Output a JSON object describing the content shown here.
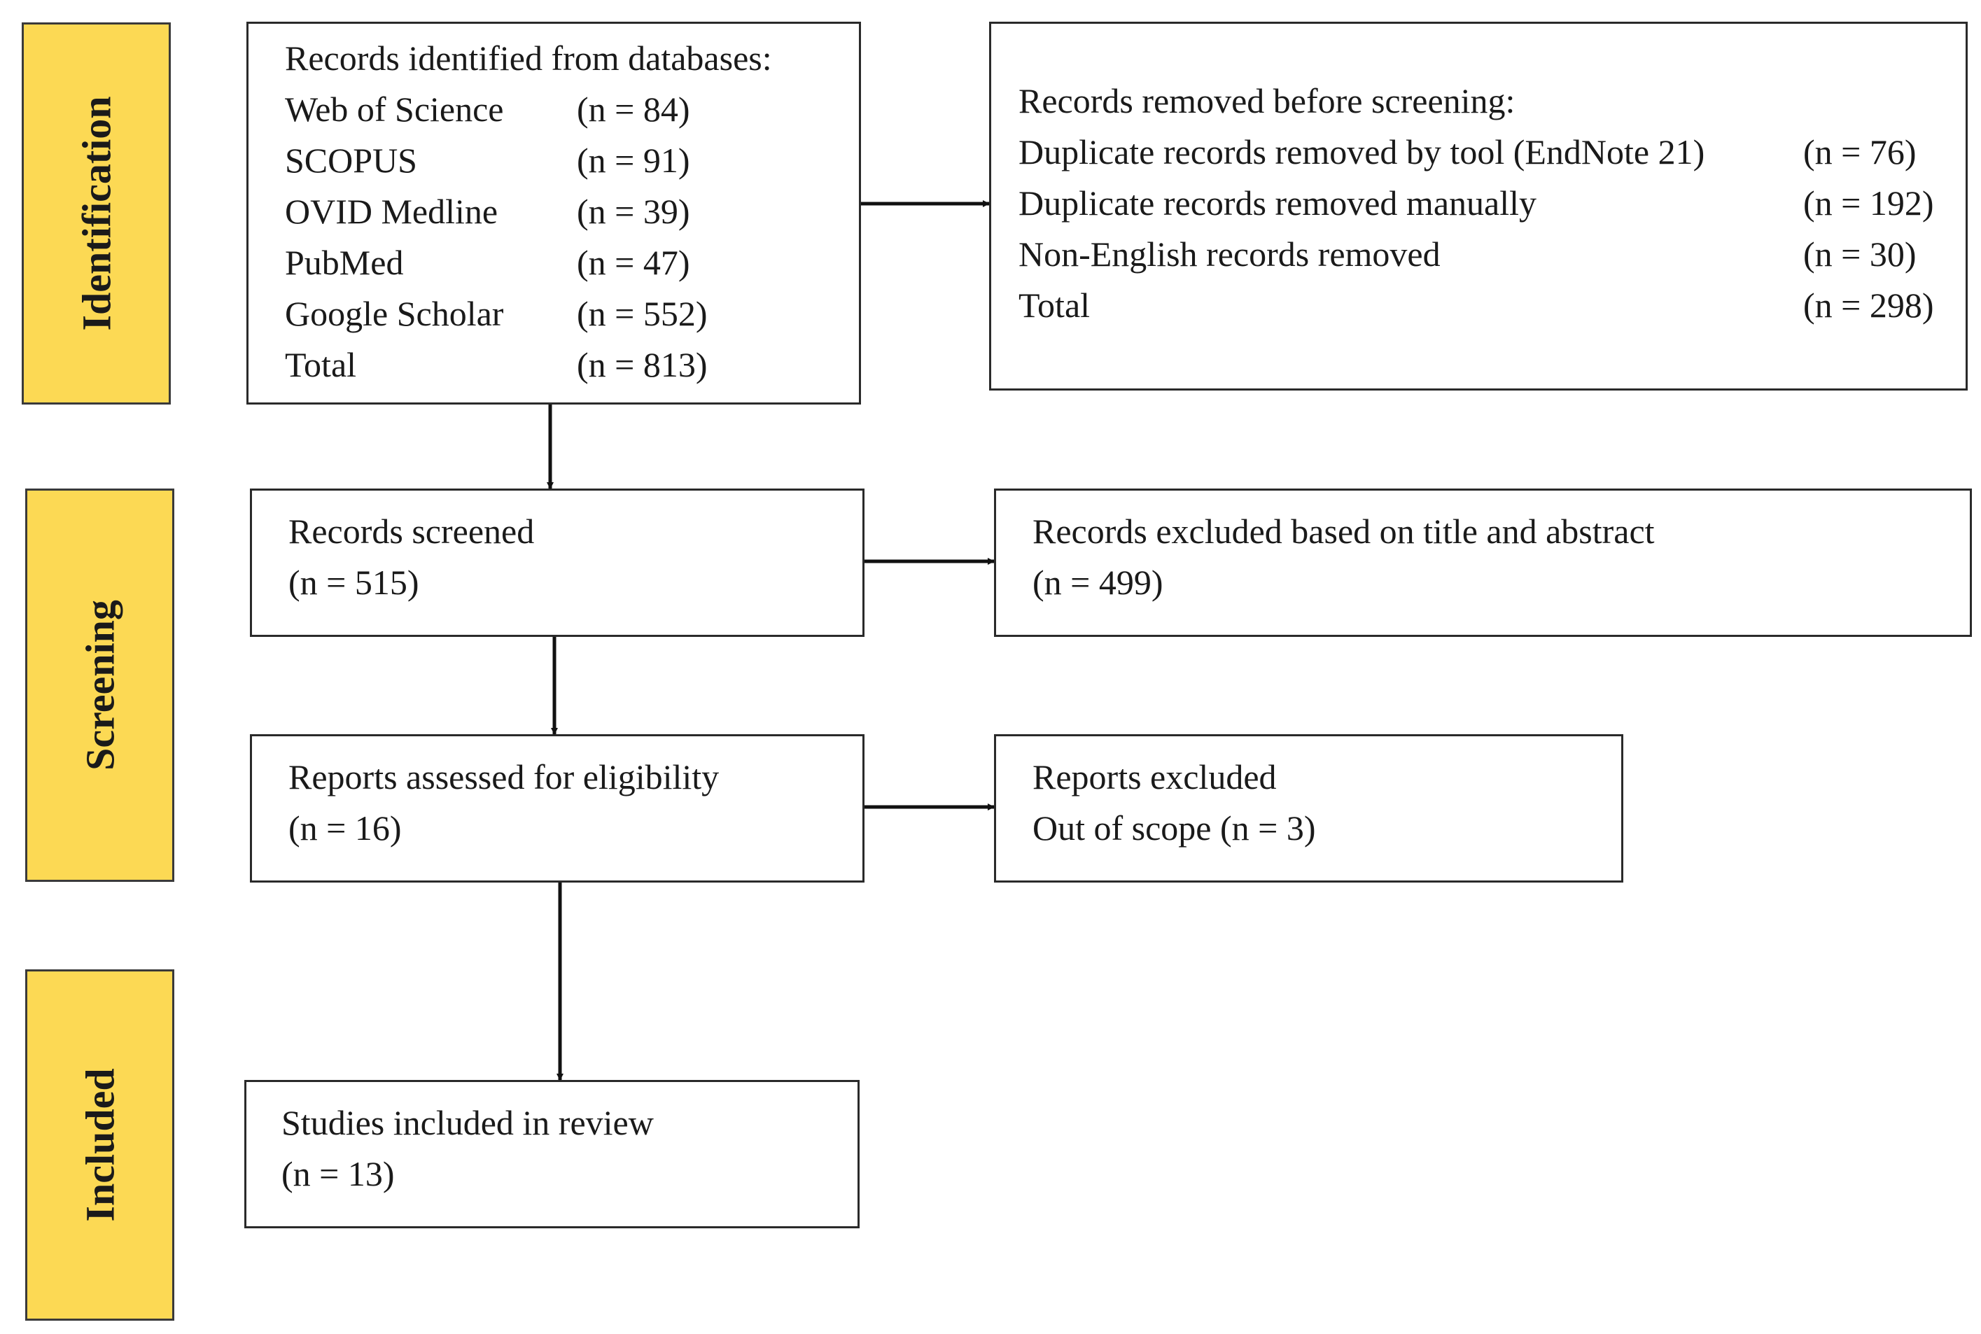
{
  "phases": {
    "identification": "Identification",
    "screening": "Screening",
    "included": "Included"
  },
  "identified": {
    "header": "Records identified from databases:",
    "rows": [
      {
        "label": "Web of Science",
        "count": "(n = 84)"
      },
      {
        "label": "SCOPUS",
        "count": "(n = 91)"
      },
      {
        "label": "OVID Medline",
        "count": "(n = 39)"
      },
      {
        "label": "PubMed",
        "count": "(n = 47)"
      },
      {
        "label": "Google Scholar",
        "count": "(n = 552)"
      },
      {
        "label": "Total",
        "count": "(n = 813)"
      }
    ]
  },
  "removed": {
    "header": "Records removed before screening:",
    "rows": [
      {
        "label": "Duplicate records removed by tool (EndNote 21)",
        "count": "(n = 76)"
      },
      {
        "label": "Duplicate records removed manually",
        "count": "(n = 192)"
      },
      {
        "label": "Non-English records removed",
        "count": "(n = 30)"
      },
      {
        "label": "Total",
        "count": "(n = 298)"
      }
    ]
  },
  "screened": {
    "label": "Records screened",
    "count": "(n = 515)"
  },
  "excluded_title": {
    "label": "Records excluded based on title and abstract",
    "count": "(n = 499)"
  },
  "assessed": {
    "label": "Reports assessed for eligibility",
    "count": "(n = 16)"
  },
  "reports_excluded": {
    "label": "Reports excluded",
    "reason": "Out of scope (n = 3)"
  },
  "included": {
    "label": "Studies included in review",
    "count": "(n = 13)"
  },
  "colors": {
    "phase_fill": "#fcd954",
    "border": "#2a2a2a"
  }
}
